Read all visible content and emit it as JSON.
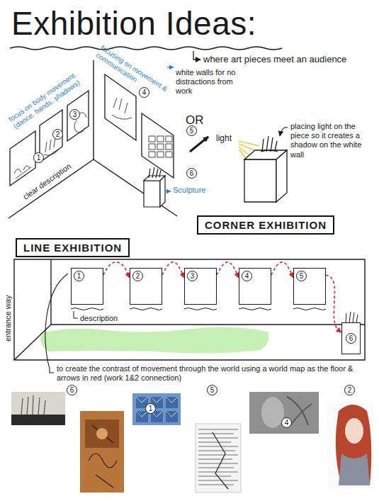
{
  "diagram": {
    "title": "Exhibition Ideas:",
    "nodes": [
      {
        "text": [
          "CORNER EXHIBITION"
        ]
      },
      {
        "text": [
          "LINE EXHIBITION"
        ]
      },
      {
        "text": [
          "1"
        ]
      },
      {
        "text": [
          "2"
        ]
      },
      {
        "text": [
          "3"
        ]
      },
      {
        "text": [
          "4"
        ]
      },
      {
        "text": [
          "5"
        ]
      },
      {
        "text": [
          "6"
        ]
      }
    ],
    "edges": [
      {
        "from": 2,
        "to": 3,
        "arrow": "to"
      },
      {
        "from": 3,
        "to": 4,
        "arrow": "to"
      },
      {
        "from": 4,
        "to": 5,
        "arrow": "to"
      },
      {
        "from": 5,
        "to": 6,
        "arrow": "to"
      },
      {
        "from": 6,
        "to": 7,
        "arrow": "to"
      }
    ],
    "labels": [
      "where art pieces meet an audience",
      "focus on body movement (dance, hands, shadows)",
      "focusing on movement & communication",
      "white walls for no distractions from work",
      "3",
      "2",
      "1",
      "4",
      "5",
      "clear description",
      "6",
      "Sculpture",
      "OR",
      "light",
      "placing light on the piece so it creates a shadow on the white wall",
      "entrance way",
      "description",
      "to create the contrast of movement through the world using a world map as the floor & arrows in red (work 1&2 connection)",
      "6",
      "1",
      "5",
      "4",
      "2",
      "3"
    ]
  }
}
